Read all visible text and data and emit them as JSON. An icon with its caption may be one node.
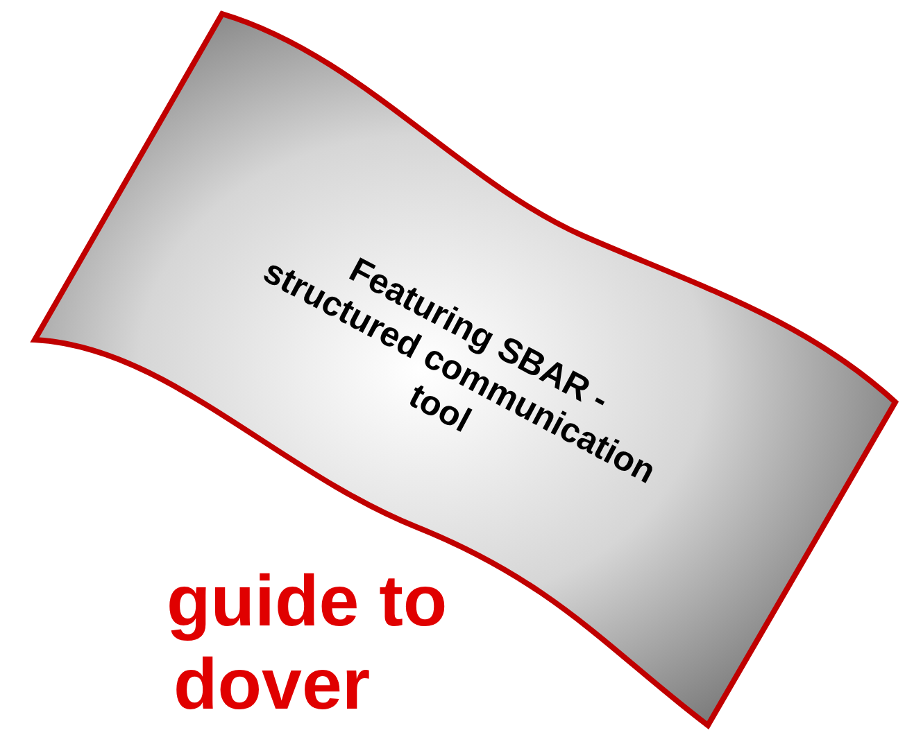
{
  "diagram": {
    "nodes": [
      {
        "text": [
          "Featuring SBAR - structured communication tool"
        ]
      }
    ],
    "edges": [],
    "labels": [
      "guide to",
      "dover"
    ]
  }
}
